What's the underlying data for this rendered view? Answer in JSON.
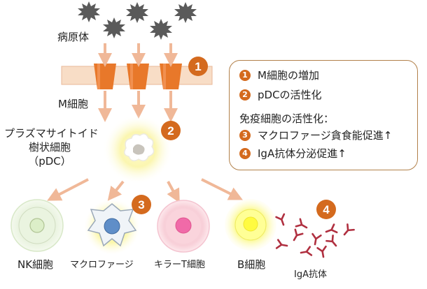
{
  "labels": {
    "pathogen": "病原体",
    "m_cell": "M細胞",
    "pdc_line1": "プラズマサイトイド",
    "pdc_line2": "樹状細胞",
    "pdc_line3": "（pDC）",
    "nk": "NK細胞",
    "macrophage": "マクロファージ",
    "killer_t": "キラーT細胞",
    "b_cell": "B細胞",
    "iga": "IgA抗体"
  },
  "badges": [
    "1",
    "2",
    "3",
    "4"
  ],
  "legend": {
    "item1": "M細胞の増加",
    "item2": "pDCの活性化",
    "heading": "免疫細胞の活性化：",
    "item3": "マクロファージ貪食能促進↑",
    "item4": "IgA抗体分泌促進↑"
  },
  "colors": {
    "badge": "#d46a1e",
    "arrow": "#f0b898",
    "m_cell_band": "#f8ddc6",
    "channel": "#e8782a",
    "pathogen": "#5a5a5a",
    "antibody": "#b03040",
    "legend_border": "#b2804a"
  }
}
